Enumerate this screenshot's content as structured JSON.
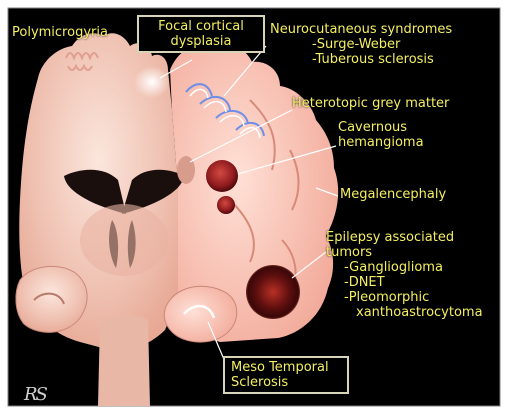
{
  "labels": {
    "polymicrogyria": "Polymicrogyria",
    "focal_cortical_dysplasia": [
      "Focal cortical",
      "dysplasia"
    ],
    "neurocutaneous": [
      "Neurocutaneous syndromes",
      "-Surge-Weber",
      "-Tuberous sclerosis"
    ],
    "heterotopic": "Heterotopic grey matter",
    "cavernous": [
      "Cavernous",
      "hemangioma"
    ],
    "megalencephaly": "Megalencephaly",
    "epilepsy_tumors": [
      "Epilepsy associated",
      "tumors",
      "-Ganglioglioma",
      "-DNET",
      "-Pleomorphic",
      "xanthoastrocytoma"
    ],
    "meso_temporal": [
      "Meso Temporal",
      "Sclerosis"
    ]
  },
  "colors": {
    "label_text": "#f4ef62",
    "background": "#000000",
    "box_border": "#d8d4b8",
    "lesion": "#8e1a1e",
    "tissue": "#f1c9bd"
  }
}
